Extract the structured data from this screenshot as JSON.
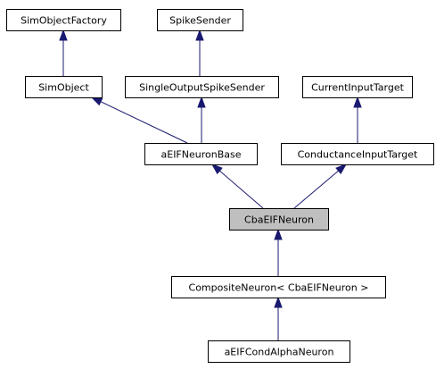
{
  "diagram": {
    "nodes": [
      {
        "id": "SimObjectFactory",
        "label": "SimObjectFactory",
        "current": false
      },
      {
        "id": "SpikeSender",
        "label": "SpikeSender",
        "current": false
      },
      {
        "id": "SimObject",
        "label": "SimObject",
        "current": false
      },
      {
        "id": "SingleOutputSpikeSender",
        "label": "SingleOutputSpikeSender",
        "current": false
      },
      {
        "id": "CurrentInputTarget",
        "label": "CurrentInputTarget",
        "current": false
      },
      {
        "id": "aEIFNeuronBase",
        "label": "aEIFNeuronBase",
        "current": false
      },
      {
        "id": "ConductanceInputTarget",
        "label": "ConductanceInputTarget",
        "current": false
      },
      {
        "id": "CbaEIFNeuron",
        "label": "CbaEIFNeuron",
        "current": true
      },
      {
        "id": "CompositeNeuron",
        "label": "CompositeNeuron< CbaEIFNeuron >",
        "current": false
      },
      {
        "id": "aEIFCondAlphaNeuron",
        "label": "aEIFCondAlphaNeuron",
        "current": false
      }
    ],
    "edges": [
      {
        "from": "SimObject",
        "to": "SimObjectFactory"
      },
      {
        "from": "SingleOutputSpikeSender",
        "to": "SpikeSender"
      },
      {
        "from": "aEIFNeuronBase",
        "to": "SimObject"
      },
      {
        "from": "aEIFNeuronBase",
        "to": "SingleOutputSpikeSender"
      },
      {
        "from": "ConductanceInputTarget",
        "to": "CurrentInputTarget"
      },
      {
        "from": "CbaEIFNeuron",
        "to": "aEIFNeuronBase"
      },
      {
        "from": "CbaEIFNeuron",
        "to": "ConductanceInputTarget"
      },
      {
        "from": "CompositeNeuron",
        "to": "CbaEIFNeuron"
      },
      {
        "from": "aEIFCondAlphaNeuron",
        "to": "CompositeNeuron"
      }
    ],
    "colors": {
      "edge": "#191970",
      "current_fill": "#bfbfbf",
      "node_fill": "#ffffff",
      "border": "#000000"
    }
  }
}
